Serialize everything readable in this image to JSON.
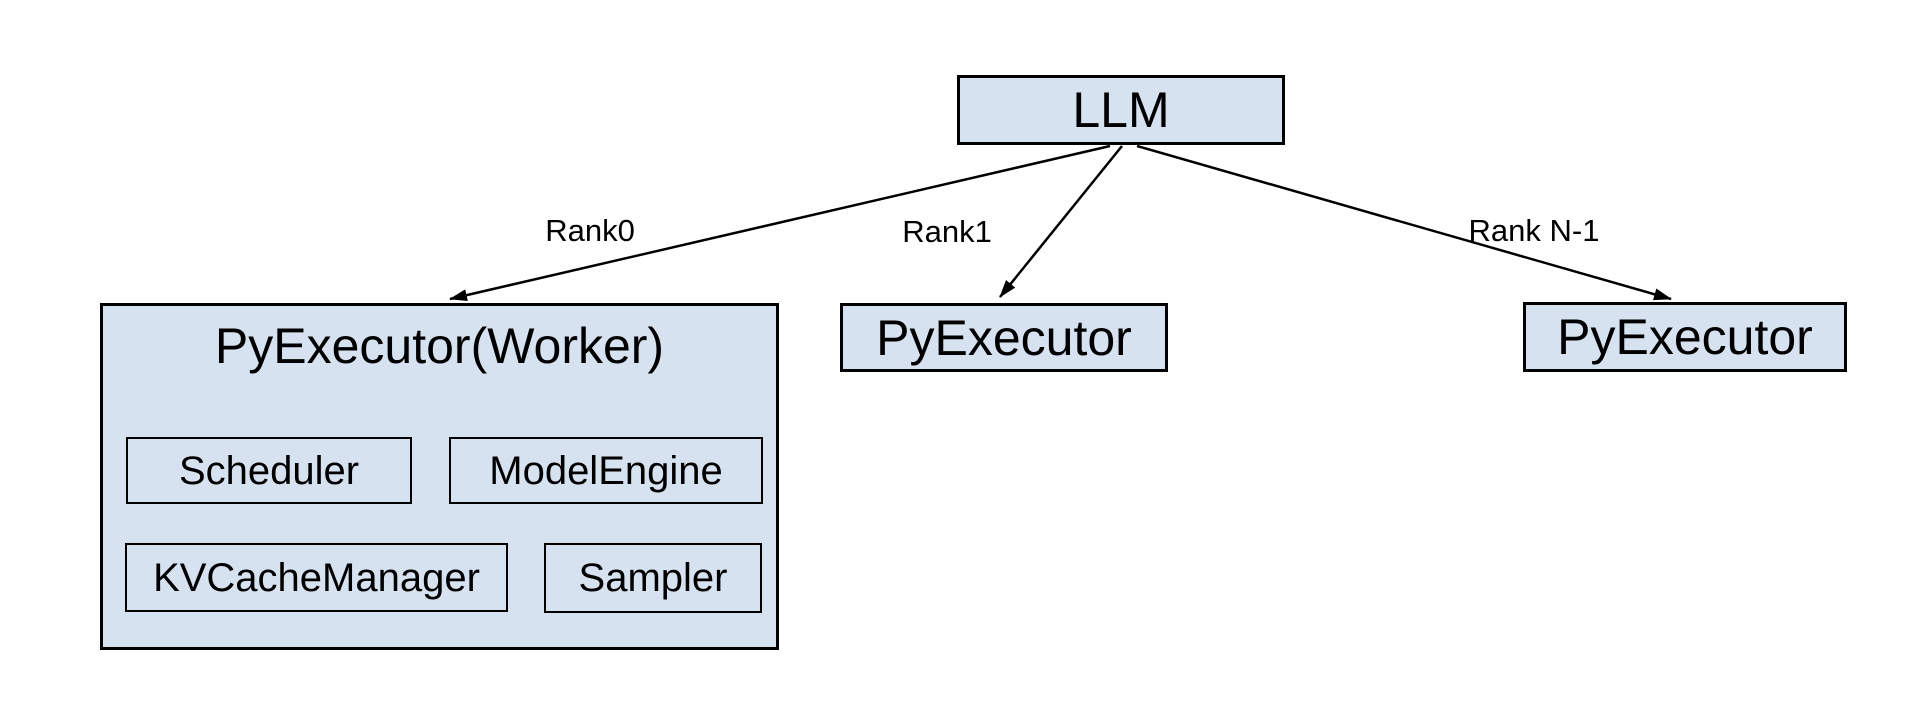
{
  "diagram": {
    "root": {
      "label": "LLM"
    },
    "edges": {
      "rank0": {
        "label": "Rank0"
      },
      "rank1": {
        "label": "Rank1"
      },
      "rankN": {
        "label": "Rank N-1"
      }
    },
    "worker0": {
      "title": "PyExecutor(Worker)",
      "components": {
        "scheduler": "Scheduler",
        "model_engine": "ModelEngine",
        "kv_cache_manager": "KVCacheManager",
        "sampler": "Sampler"
      }
    },
    "worker1": {
      "title": "PyExecutor"
    },
    "worker2": {
      "title": "PyExecutor"
    },
    "colors": {
      "background": "#ffffff",
      "box_fill": "#d7e2f1",
      "box_border": "#000000",
      "arrow": "#000000",
      "text": "#000000"
    }
  }
}
